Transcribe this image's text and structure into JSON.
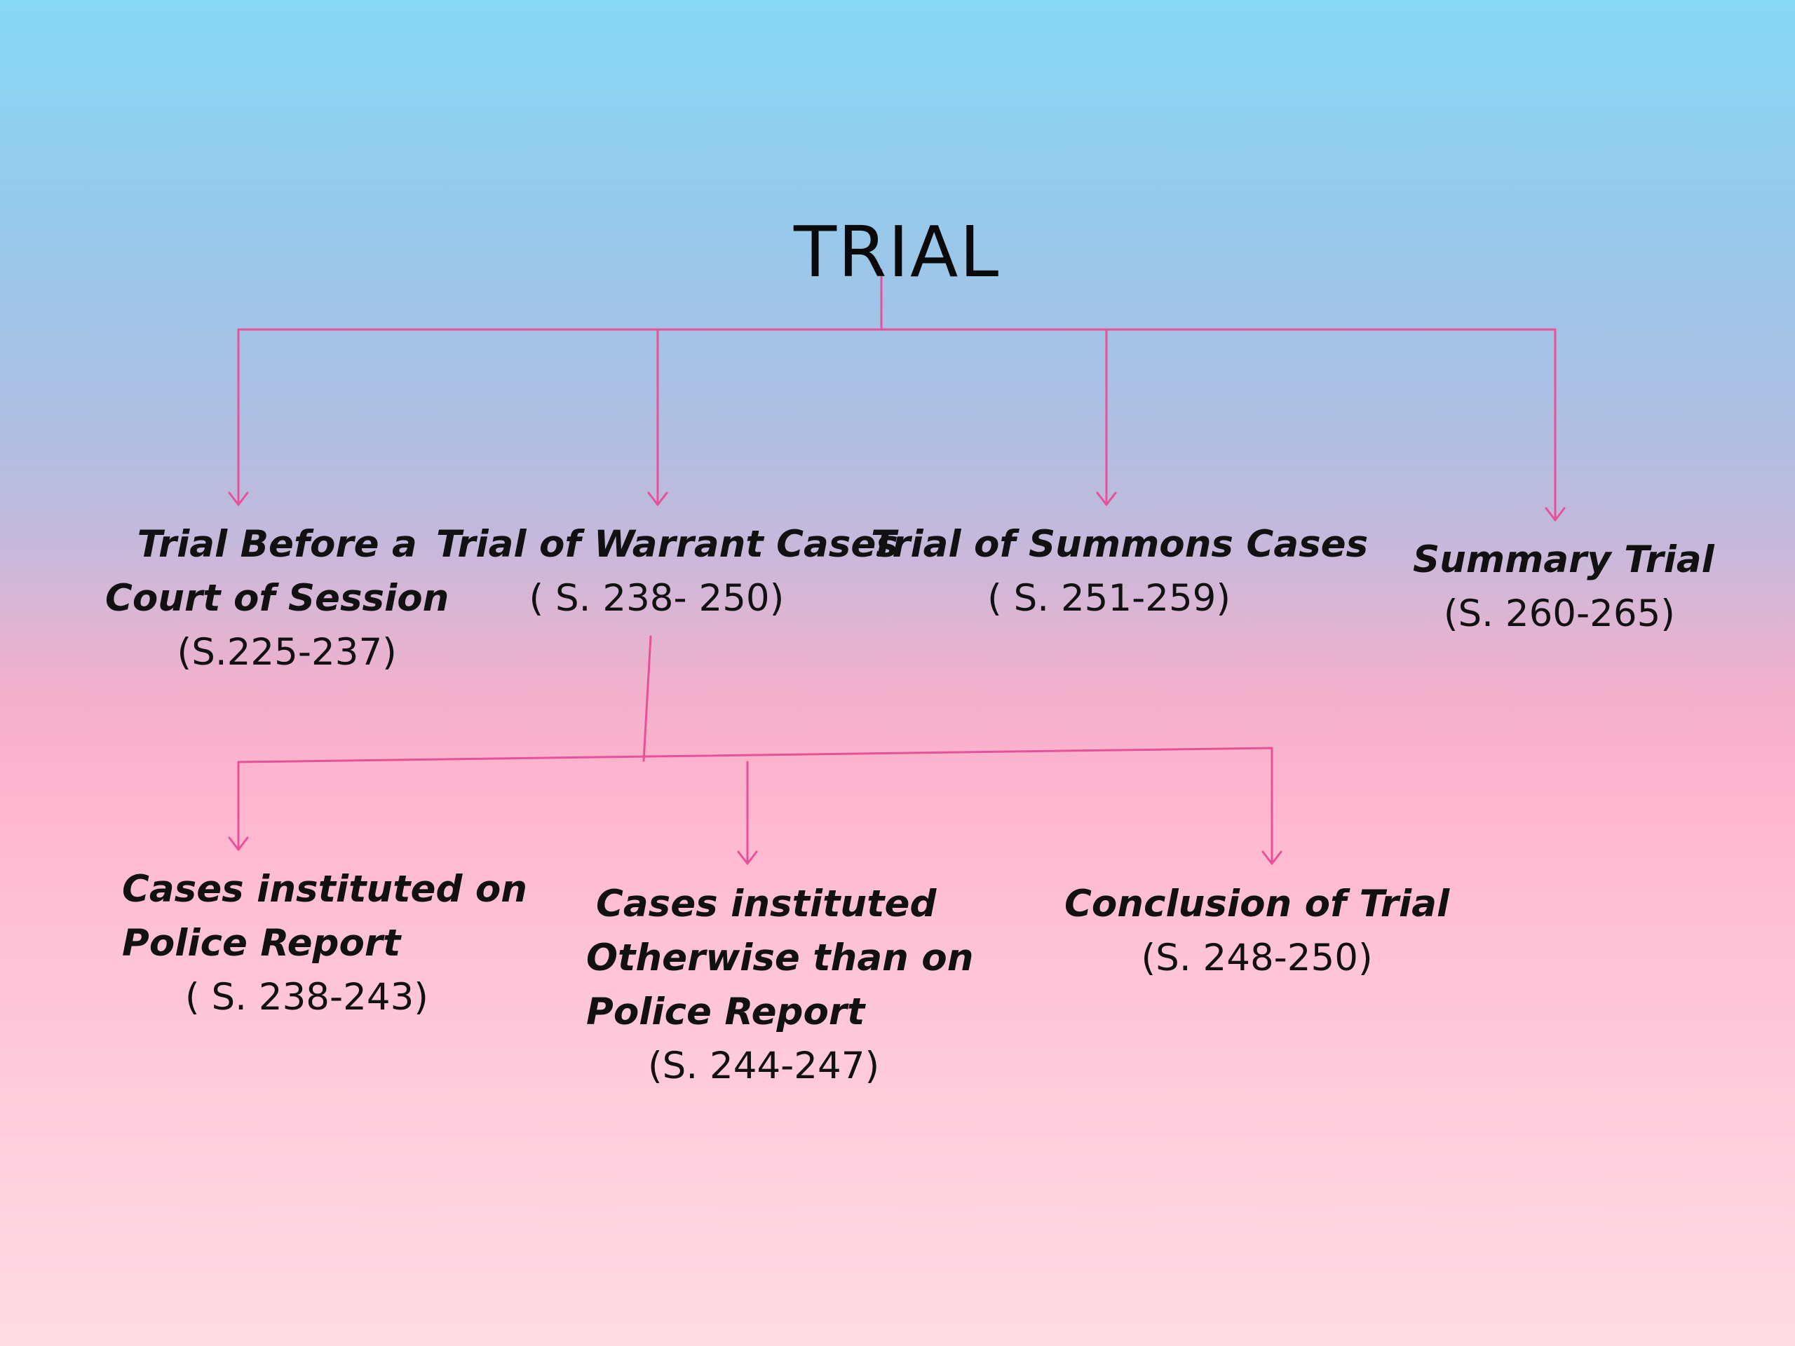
{
  "title": "TRIAL",
  "connector_color": "#e8509a",
  "level1": [
    {
      "lines": [
        "Trial Before a",
        "Court of Session"
      ],
      "ref": "(S.225-237)"
    },
    {
      "lines": [
        "Trial of Warrant Cases"
      ],
      "ref": "( S. 238- 250)"
    },
    {
      "lines": [
        "Trial of Summons Cases"
      ],
      "ref": "( S. 251-259)"
    },
    {
      "lines": [
        "Summary Trial"
      ],
      "ref": "(S. 260-265)"
    }
  ],
  "level2": [
    {
      "lines": [
        "Cases instituted on",
        "Police Report"
      ],
      "ref": "( S. 238-243)"
    },
    {
      "lines": [
        "Cases instituted",
        "Otherwise than on",
        "Police Report"
      ],
      "ref": "(S. 244-247)"
    },
    {
      "lines": [
        "Conclusion of Trial"
      ],
      "ref": "(S. 248-250)"
    }
  ]
}
